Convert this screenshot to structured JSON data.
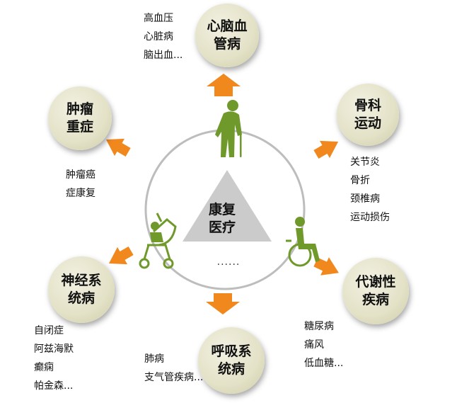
{
  "center": {
    "title": "康复\n医疗",
    "more": "......"
  },
  "categories": [
    {
      "id": "cardio",
      "label": "心脑血\n管病",
      "items": [
        "高血压",
        "心脏病",
        "脑出血..."
      ]
    },
    {
      "id": "ortho",
      "label": "骨科\n运动",
      "items": [
        "关节炎",
        "骨折",
        "颈椎病",
        "运动损伤"
      ]
    },
    {
      "id": "metabolic",
      "label": "代谢性\n疾病",
      "items": [
        "糖尿病",
        "痛风",
        "低血糖..."
      ]
    },
    {
      "id": "respiratory",
      "label": "呼吸系\n统病",
      "items": [
        "肺病",
        "支气管疾病..."
      ]
    },
    {
      "id": "neuro",
      "label": "神经系\n统病",
      "items": [
        "自闭症",
        "阿兹海默",
        "癫痫",
        "帕金森..."
      ]
    },
    {
      "id": "tumor",
      "label": "肿瘤\n重症",
      "items": [
        "肿瘤癌",
        "症康复"
      ]
    }
  ],
  "colors": {
    "arrow": "#f0881e",
    "figure": "#6f9a2b",
    "ring": "#bdbdbd",
    "triangle": "#cbcbcb",
    "node": "#e3e1c6"
  },
  "icons": [
    "elderly-cane-icon",
    "wheelchair-icon",
    "stroller-icon"
  ]
}
